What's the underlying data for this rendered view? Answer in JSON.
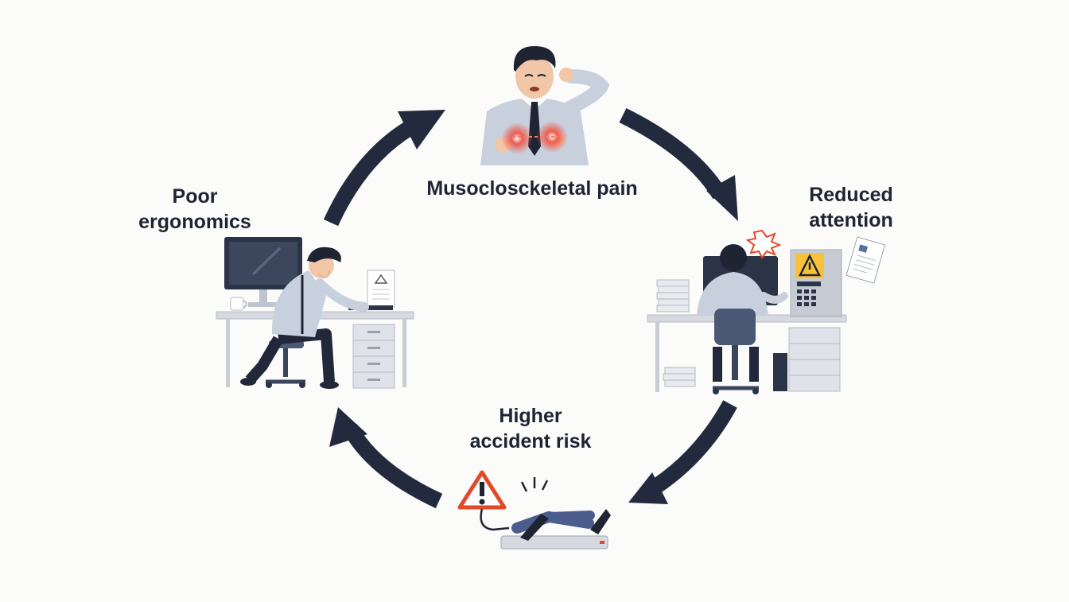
{
  "diagram": {
    "type": "cycle",
    "stages": [
      {
        "id": "poor-ergonomics",
        "lines": [
          "Poor",
          "ergonomics"
        ]
      },
      {
        "id": "musculoskeletal-pain",
        "lines": [
          "Musoclosckeletal pain"
        ]
      },
      {
        "id": "reduced-attention",
        "lines": [
          "Reduced",
          "attention"
        ]
      },
      {
        "id": "higher-accident-risk",
        "lines": [
          "Higher",
          "accident risk"
        ]
      }
    ],
    "arrow_direction": "clockwise",
    "colors": {
      "arrow": "#232a3d",
      "text": "#1f2433",
      "shirt": "#c8d0de",
      "trousers": "#22283a",
      "hair": "#1f2433",
      "skin": "#f2c7a8",
      "desk": "#d6d9e0",
      "warning_fill": "#f7c23a",
      "warning_stroke": "#e04a2a",
      "pain_glow": "#f0503f"
    },
    "icons": [
      "poor-posture-worker-icon",
      "pain-worker-icon",
      "distracted-worker-icon",
      "tripped-worker-icon",
      "warning-sign-icon",
      "document-icon",
      "burst-icon"
    ]
  }
}
